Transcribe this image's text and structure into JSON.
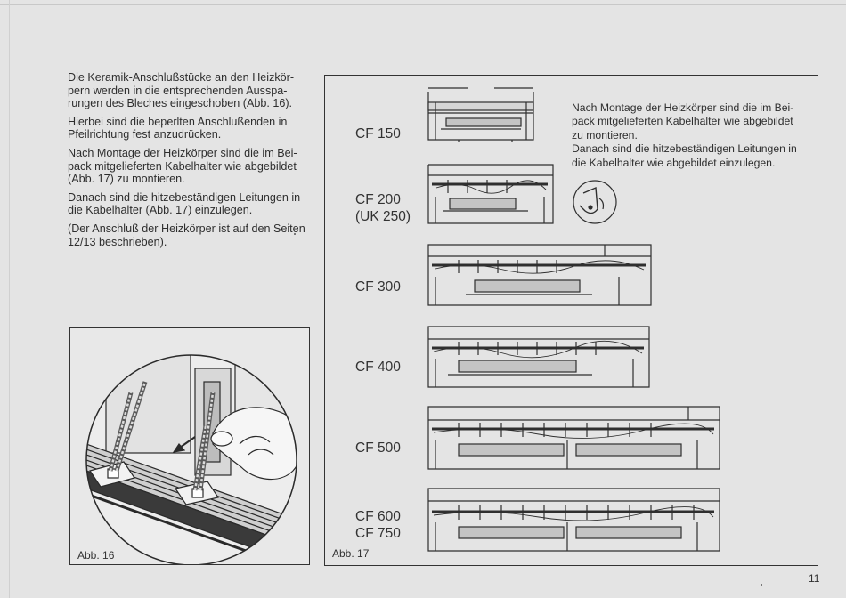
{
  "left_text": {
    "p1": "Die Keramik-Anschlußstücke an den Heizkör­pern werden in die entsprechenden Ausspa­rungen des Bleches eingeschoben (Abb. 16).",
    "p2": "Hierbei sind die beperlten Anschlußenden in Pfeilrichtung fest anzudrücken.",
    "p3": "Nach Montage der Heizkörper sind die im Bei­pack mitgelieferten Kabelhalter wie abgebildet (Abb. 17) zu montieren.",
    "p4": "Danach sind die hitzebeständigen Leitungen in die Kabelhalter (Abb. 17) einzulegen.",
    "p5": "(Der Anschluß der Heizkörper ist auf den Seiten 12/13 beschrieben)."
  },
  "figure16": {
    "caption": "Abb. 16"
  },
  "figure17": {
    "caption": "Abb. 17",
    "note_1": "Nach Montage der Heizkörper sind die im Bei­pack mitgelieferten Kabelhalter wie abgebildet zu montieren.",
    "note_2": "Danach sind die hitzebeständigen Leitungen in die Kabelhalter wie abgebildet einzulegen.",
    "models": {
      "cf150": "CF 150",
      "cf200": "CF 200",
      "uk250": "(UK 250)",
      "cf300": "CF 300",
      "cf400": "CF 400",
      "cf500": "CF 500",
      "cf600": "CF 600",
      "cf750": "CF 750"
    }
  },
  "page_number": "11"
}
